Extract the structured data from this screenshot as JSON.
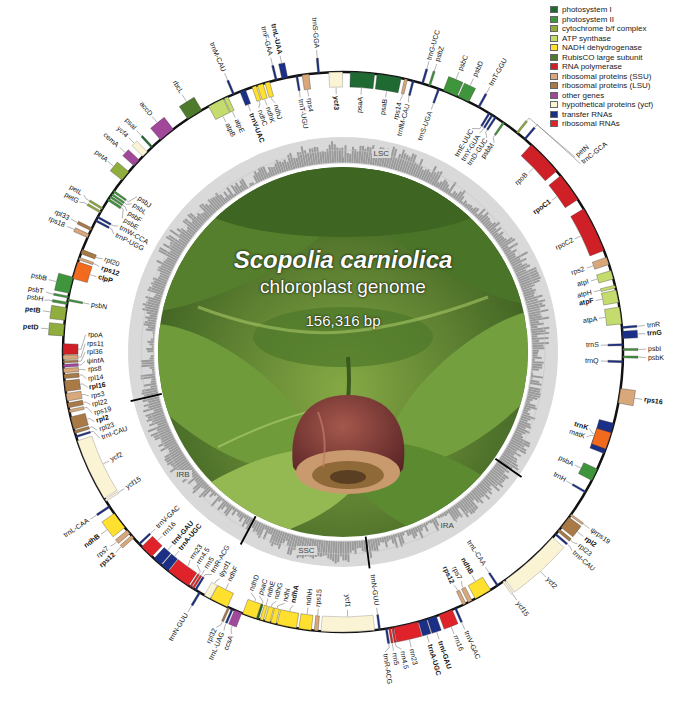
{
  "diagram": {
    "nodes": [
      {
        "text": [
          "Scopolia carniolica",
          "chloroplast genome",
          "156,316 bp"
        ]
      }
    ],
    "labels": [
      "LSC",
      "IRB",
      "SSC",
      "IRA",
      "rps19",
      "rpl22",
      "rps3",
      "rpl16",
      "rpl14",
      "rps8",
      "ψinfA",
      "rpl36",
      "rps11",
      "rpoA",
      "petD",
      "petB",
      "psbH",
      "psbN",
      "psbT",
      "psbB",
      "clpP",
      "rps12",
      "rpl20",
      "rps18",
      "rpl33",
      "trnP-UGG",
      "trnW-CCA",
      "petG",
      "petL",
      "psbE",
      "psbF",
      "psbL",
      "psbJ",
      "petA",
      "cemA",
      "ycf4",
      "psaI",
      "accD",
      "rbcL",
      "atpB",
      "atpE",
      "trnM-CAU",
      "trnV-UAC",
      "ndhC",
      "ndhK",
      "ndhJ",
      "trnF-GAA",
      "trnL-UAA",
      "trnT-UGU",
      "rps4",
      "trnS-GGA",
      "ycf3",
      "psaA",
      "psaB",
      "rps14",
      "trnfM-CAU",
      "trnG-UCC",
      "psbZ",
      "trnS-UGA",
      "psbC",
      "psbD",
      "trnT-GGU",
      "trnE-UUC",
      "trnY-GUA",
      "trnD-GUC",
      "psbM",
      "petN",
      "trnC-GCA",
      "rpoB",
      "rpoC1",
      "rpoC2",
      "rps2",
      "atpI",
      "atpH",
      "atpF",
      "atpA",
      "trnR",
      "trnG",
      "trnS",
      "psbI",
      "psbK",
      "trnQ",
      "rps16",
      "trnK",
      "matK",
      "psbA",
      "trnH",
      "ψrps19",
      "rpl2",
      "rpl23",
      "trnI-CAU",
      "ycf2",
      "ycf15",
      "trnL-CAA",
      "ndhB",
      "rps7",
      "rps12",
      "trnV-GAC",
      "rrn16",
      "trnI-GAU",
      "trnA-UGC",
      "rrn23",
      "rrn4.5",
      "rrn5",
      "trnR-ACG",
      "trnN-GUU",
      "ycf1",
      "rps15",
      "ndhH",
      "ndhA",
      "ndhI",
      "ndhG",
      "ndhE",
      "psaC",
      "ndhD",
      "ccsA",
      "trnL-UAG",
      "rpl32",
      "ndhF",
      "ψycf1",
      "trnN-GUU",
      "trnR-ACG",
      "rrn5",
      "rrn4.5",
      "rrn23",
      "trnA-UGC",
      "trnI-GAU",
      "rrn16",
      "trnV-GAC",
      "rps12",
      "rps7",
      "ndhB",
      "trnL-CAA",
      "ycf15",
      "ycf2",
      "trnI-CAU",
      "rpl23",
      "rpl2"
    ],
    "legend": [
      {
        "text": "photosystem I",
        "color": "#1f6a33"
      },
      {
        "text": "photosystem II",
        "color": "#3f953b"
      },
      {
        "text": "cytochrome b/f complex",
        "color": "#8fae3d"
      },
      {
        "text": "ATP synthase",
        "color": "#c4dc6d"
      },
      {
        "text": "NADH dehydrogenase",
        "color": "#ffe02e"
      },
      {
        "text": "RubisCO large subunit",
        "color": "#4e7a2c"
      },
      {
        "text": "RNA polymerase",
        "color": "#cf2027"
      },
      {
        "text": "ribosomal proteins (SSU)",
        "color": "#d8a77a"
      },
      {
        "text": "ribosomal proteins (LSU)",
        "color": "#a97a45"
      },
      {
        "text": "other genes",
        "color": "#a2489b"
      },
      {
        "text": "hypothetical proteins (ycf)",
        "color": "#fbf4d4"
      },
      {
        "text": "transfer RNAs",
        "color": "#1b2f86"
      },
      {
        "text": "ribosomal RNAs",
        "color": "#e0232a"
      }
    ]
  }
}
